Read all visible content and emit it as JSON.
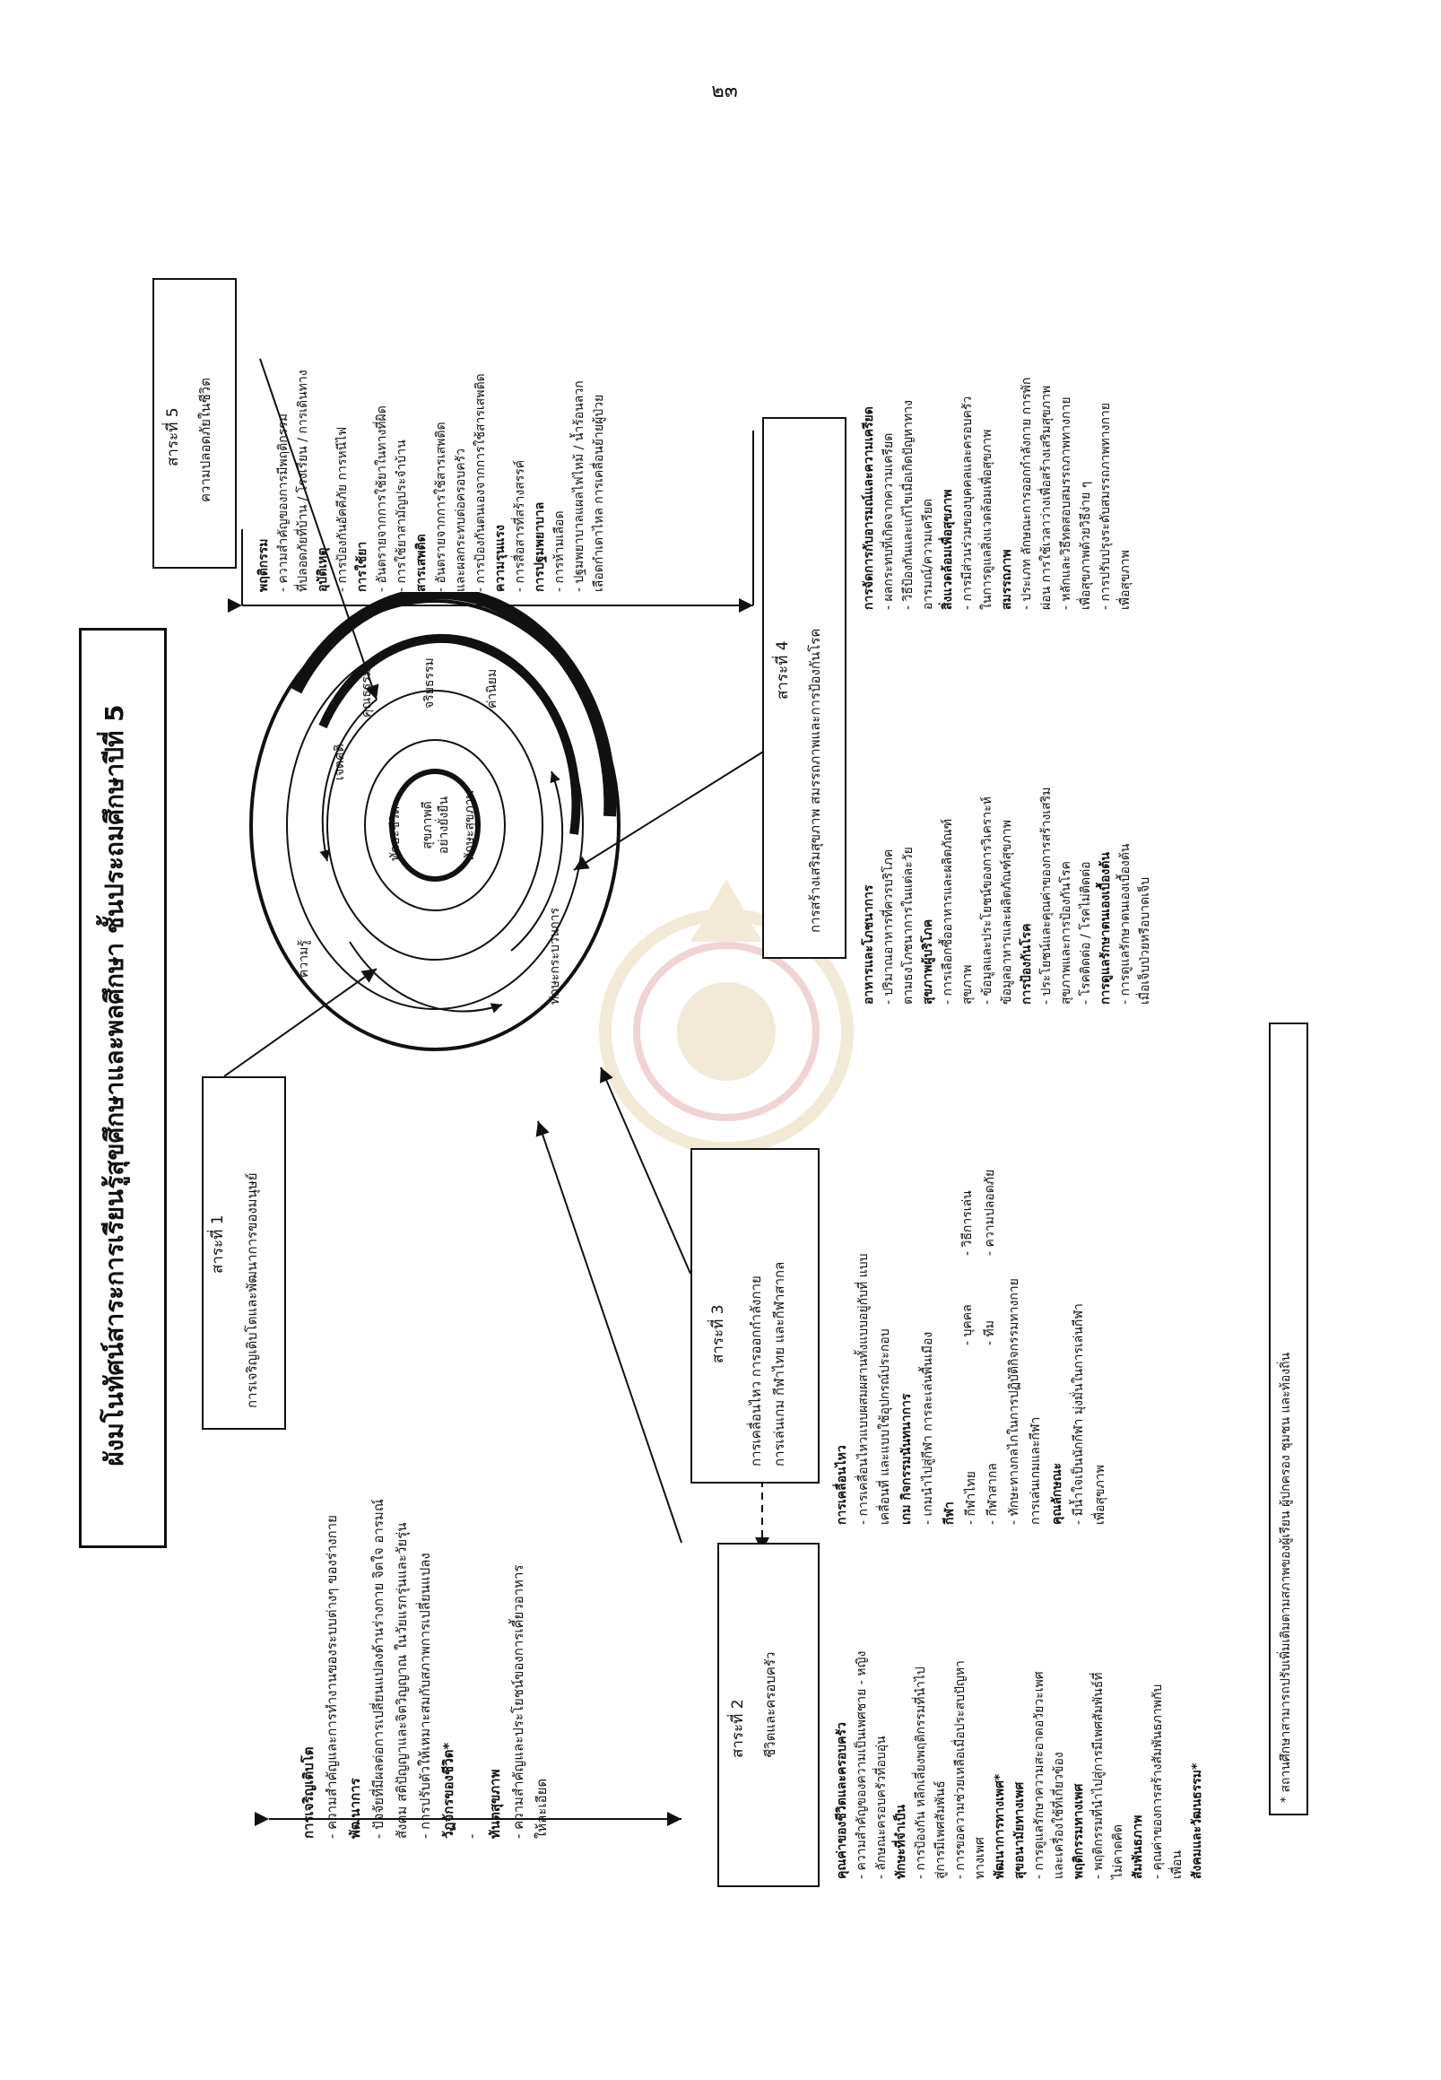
{
  "page_number": "๒๓",
  "title": "ผังมโนทัศน์สาระการเรียนรู้สุขศึกษาและพลศึกษา ชั้นประถมศึกษาปีที่ 5",
  "center": {
    "core": "สุขภาพดี\nอย่างยั่งยืน",
    "ring_labels": [
      "ทักษะชีวิต",
      "ทักษะสุขภาพ",
      "เจตคติ",
      "คุณธรรม",
      "จริยธรรม",
      "ค่านิยม",
      "ความรู้",
      "ทักษะกระบวนการ"
    ]
  },
  "strands": [
    {
      "id": "1",
      "label": "สาระที่ 1",
      "name": "การเจริญเติบโตและพัฒนาการของมนุษย์",
      "content": [
        "การเจริญเติบโต",
        "- ความสำคัญและการทำงานของระบบต่างๆ ของร่างกาย",
        "พัฒนาการ",
        "- ปัจจัยที่มีผลต่อการเปลี่ยนแปลงด้านร่างกาย จิตใจ อารมณ์",
        "สังคม สติปัญญาและจิตวิญญาณ ในวัยแรกรุ่นและวัยรุ่น",
        "- การปรับตัวให้เหมาะสมกับสภาพการเปลี่ยนแปลง",
        "วัฏจักรของชีวิต*",
        "-",
        "ทันตสุขภาพ",
        "- ความสำคัญและประโยชน์ของการเคี้ยวอาหาร",
        "ให้ละเอียด"
      ]
    },
    {
      "id": "2",
      "label": "สาระที่ 2",
      "name": "ชีวิตและครอบครัว",
      "content": [
        "คุณค่าของชีวิตและครอบครัว",
        "- ความสำคัญของความเป็นเพศชาย - หญิง",
        "- ลักษณะครอบครัวที่อบอุ่น",
        "ทักษะที่จำเป็น",
        "- การป้องกัน หลีกเลี่ยงพฤติกรรมที่นำไป",
        "สู่การมีเพศสัมพันธ์",
        "- การขอความช่วยเหลือเมื่อประสบปัญหา",
        "ทางเพศ",
        "พัฒนาการทางเพศ*",
        "สุขอนามัยทางเพศ",
        "- การดูแลรักษาความสะอาดอวัยวะเพศ",
        "และเครื่องใช้ที่เกี่ยวข้อง",
        "พฤติกรรมทางเพศ",
        "- พฤติกรรมที่นำไปสู่การมีเพศสัมพันธ์ที่",
        "ไม่คาดคิด",
        "สัมพันธภาพ",
        "- คุณค่าของการสร้างสัมพันธภาพกับ",
        "เพื่อน",
        "สังคมและวัฒนธรรม*"
      ]
    },
    {
      "id": "3",
      "label": "สาระที่ 3",
      "name": "การเคลื่อนไหว การออกกำลังกาย\nการเล่นเกม กีฬาไทย และกีฬาสากล",
      "content": [
        "การเคลื่อนไหว",
        "- การเคลื่อนไหวแบบผสมผสานทั้งแบบอยู่กับที่ แบบ",
        "เคลื่อนที่ และแบบใช้อุปกรณ์ประกอบ",
        "เกม กิจกรรมนันทนาการ",
        "- เกมนำไปสู่กีฬา การละเล่นพื้นเมือง",
        "กีฬา",
        "- กีฬาไทย",
        "- กีฬาสากล",
        "- ทักษะทางกลไกในการปฏิบัติกิจกรรมทางกาย",
        "การเล่นเกมและกีฬา",
        "คุณลักษณะ",
        "- มีน้ำใจเป็นนักกีฬา มุ่งมั่นในการเล่นกีฬา",
        "เพื่อสุขภาพ"
      ],
      "branches": [
        "- บุคคล",
        "- ทีม",
        "- วิธีการเล่น",
        "- ความปลอดภัย"
      ]
    },
    {
      "id": "4",
      "label": "สาระที่ 4",
      "name": "การสร้างเสริมสุขภาพ สมรรถภาพและการป้องกันโรค",
      "content_left": [
        "อาหารและโภชนาการ",
        "- ปริมาณอาหารที่ควรบริโภค",
        "ตามธงโภชนาการในแต่ละวัย",
        "สุขภาพผู้บริโภค",
        "- การเลือกซื้ออาหารและผลิตภัณฑ์",
        "สุขภาพ",
        "- ข้อมูลและประโยชน์ของการวิเคราะห์",
        "ข้อมูลอาหารและผลิตภัณฑ์สุขภาพ",
        "การป้องกันโรค",
        "- ประโยชน์และคุณค่าของการสร้างเสริม",
        "สุขภาพและการป้องกันโรค",
        "- โรคติดต่อ / โรคไม่ติดต่อ",
        "การดูแลรักษาตนเองเบื้องต้น",
        "- การดูแลรักษาตนเองเบื้องต้น",
        "เมื่อเจ็บป่วยหรือบาดเจ็บ"
      ],
      "content_right": [
        "การจัดการกับอารมณ์และความเครียด",
        "- ผลกระทบที่เกิดจากความเครียด",
        "- วิธีป้องกันและแก้ไขเมื่อเกิดปัญหาทาง",
        "อารมณ์/ความเครียด",
        "สิ่งแวดล้อมเพื่อสุขภาพ",
        "- การมีส่วนร่วมของบุคคลและครอบครัว",
        "ในการดูแลสิ่งแวดล้อมเพื่อสุขภาพ",
        "สมรรถภาพ",
        "- ประเภท ลักษณะการออกกำลังกาย การพัก",
        "ผ่อน การใช้เวลาว่างเพื่อสร้างเสริมสุขภาพ",
        "- หลักและวิธีทดสอบสมรรถภาพทางกาย",
        "เพื่อสุขภาพด้วยวิธีง่าย ๆ",
        "- การปรับปรุงระดับสมรรถภาพทางกาย",
        "เพื่อสุขภาพ"
      ]
    },
    {
      "id": "5",
      "label": "สาระที่ 5",
      "name": "ความปลอดภัยในชีวิต",
      "content": [
        "พฤติกรรม",
        "- ความสำคัญของการมีพฤติกรรม",
        "ที่ปลอดภัยที่บ้าน / โรงเรียน / การเดินทาง",
        "อุบัติเหตุ",
        "- การป้องกันอัคคีภัย การหนีไฟ",
        "การใช้ยา",
        "- อันตรายจากการใช้ยาในทางที่ผิด",
        "- การใช้ยาสามัญประจำบ้าน",
        "สารเสพติด",
        "- อันตรายจากการใช้สารเสพติด",
        "และผลกระทบต่อครอบครัว",
        "- การป้องกันตนเองจากการใช้สารเสพติด",
        "ความรุนแรง",
        "- การสื่อสารที่สร้างสรรค์",
        "การปฐมพยาบาล",
        "- การห้ามเลือด",
        "- ปฐมพยาบาลแผลไฟไหม้ / น้ำร้อนลวก",
        "เลือดกำเดาไหล การเคลื่อนย้ายผู้ป่วย"
      ]
    }
  ],
  "footnote": "* สถานศึกษาสามารถปรับเพิ่มเติมตามสภาพของผู้เรียน ผู้ปกครอง ชุมชน และท้องถิ่น",
  "colors": {
    "ink": "#111111",
    "watermark": "#c9a24a",
    "watermark_red": "#c23a3a"
  }
}
